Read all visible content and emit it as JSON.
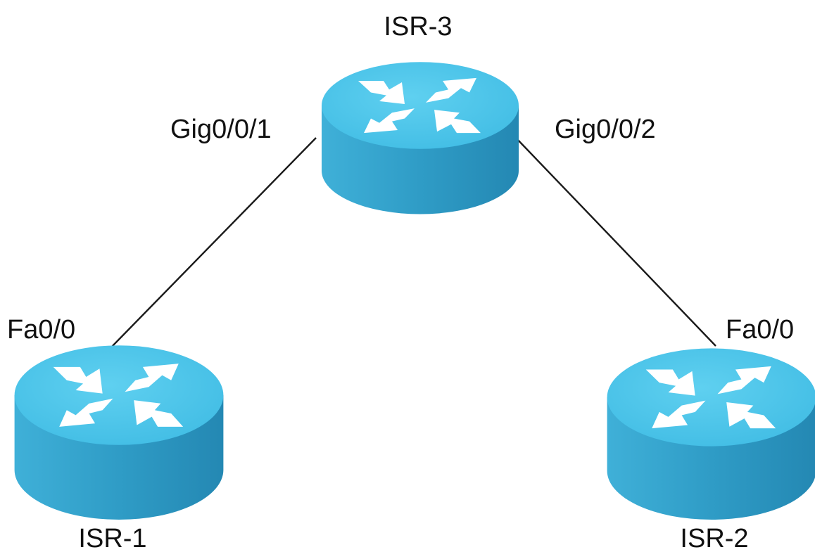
{
  "colors": {
    "router_top": "#4cc4e8",
    "router_top_edge": "#3cb2d8",
    "router_side": "#2f9cc6",
    "router_side_dark": "#237fa6",
    "arrow": "#ffffff",
    "link": "#1a1a1a",
    "background": "#ffffff"
  },
  "icons": {
    "router": "router-icon"
  },
  "routers": [
    {
      "id": "isr-3",
      "name": "ISR-3"
    },
    {
      "id": "isr-1",
      "name": "ISR-1"
    },
    {
      "id": "isr-2",
      "name": "ISR-2"
    }
  ],
  "links": [
    {
      "from": "isr-3",
      "to": "isr-1",
      "from_interface": "Gig0/0/1",
      "to_interface": "Fa0/0"
    },
    {
      "from": "isr-3",
      "to": "isr-2",
      "from_interface": "Gig0/0/2",
      "to_interface": "Fa0/0"
    }
  ]
}
